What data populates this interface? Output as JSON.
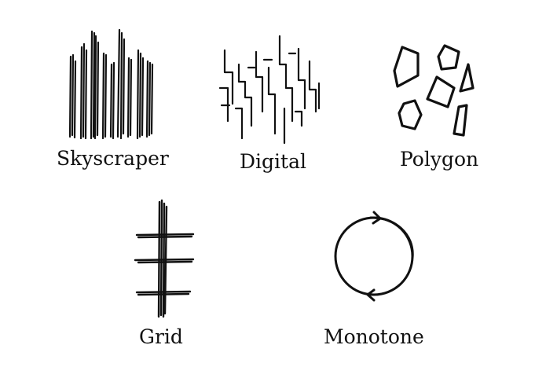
{
  "colors": {
    "background": "#ffffff",
    "ink": "#111111"
  },
  "labels": {
    "skyscraper": "Skyscraper",
    "digital": "Digital",
    "polygon": "Polygon",
    "grid": "Grid",
    "monotone": "Monotone"
  },
  "icons": {
    "skyscraper": "skyscraper-sketch-icon",
    "digital": "digital-sketch-icon",
    "polygon": "polygon-sketch-icon",
    "grid": "grid-sketch-icon",
    "monotone": "monotone-circle-sketch-icon"
  }
}
